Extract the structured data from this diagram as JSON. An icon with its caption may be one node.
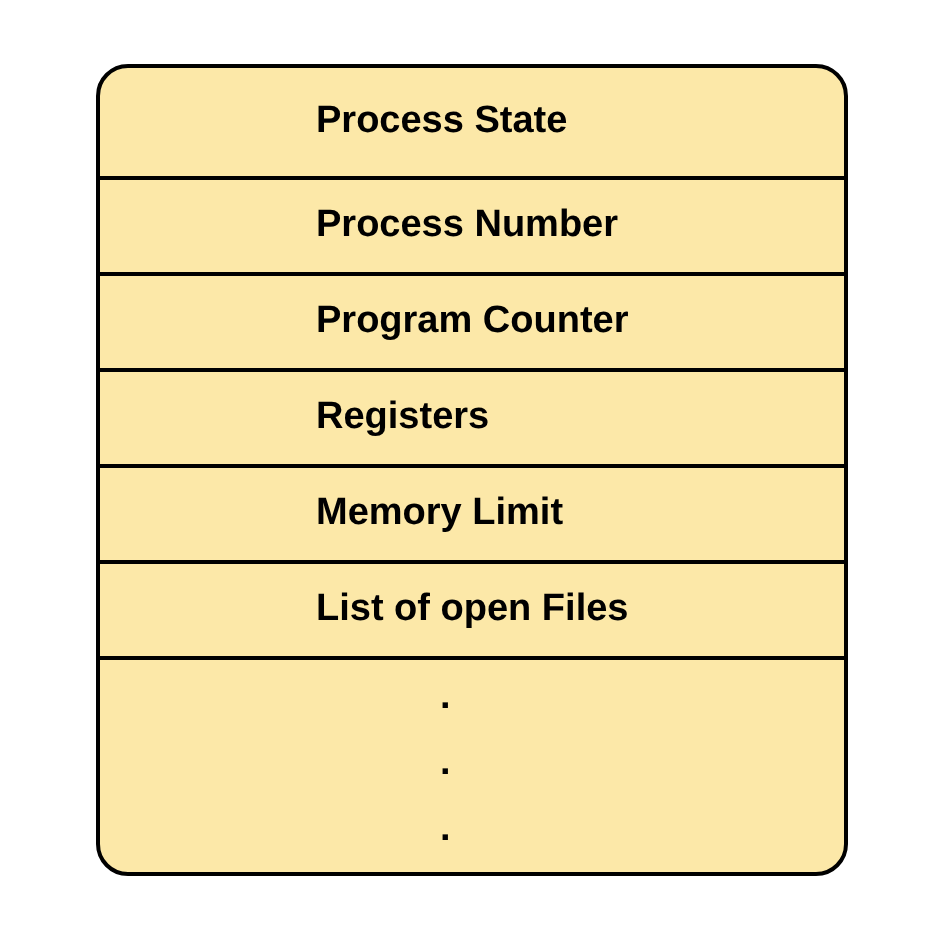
{
  "diagram": {
    "nodes": [
      {
        "text": [],
        "shape": "box"
      },
      {
        "text": [
          "Process State"
        ],
        "in": 0
      },
      {
        "text": [
          "Process Number"
        ],
        "in": 0
      },
      {
        "text": [
          "Program Counter"
        ],
        "in": 0
      },
      {
        "text": [
          "Registers"
        ],
        "in": 0
      },
      {
        "text": [
          "Memory Limit"
        ],
        "in": 0
      },
      {
        "text": [
          "List of open Files"
        ],
        "in": 0
      },
      {
        "text": [
          ".",
          ".",
          "."
        ],
        "in": 0
      }
    ]
  }
}
